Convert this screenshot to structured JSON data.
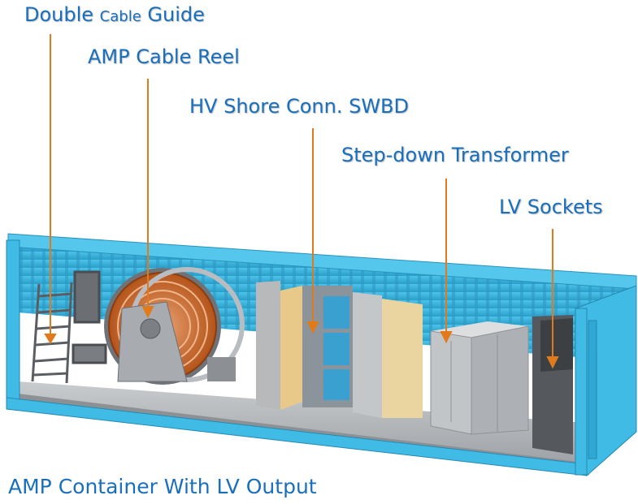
{
  "callouts": {
    "double_cable_guide_a": "Double ",
    "double_cable_guide_b": "Cable",
    "double_cable_guide_c": " Guide",
    "amp_cable_reel": "AMP Cable Reel",
    "hv_shore_conn": "HV Shore Conn. SWBD",
    "stepdown_transformer": "Step-down Transformer",
    "lv_sockets": "LV Sockets"
  },
  "caption": "AMP Container With LV Output",
  "colors": {
    "label_blue": "#1a6fbd",
    "leader_orange": "#e07a1a",
    "container_cyan": "#36b4e0",
    "floor_gray": "#b9bcbf",
    "reel_copper": "#d2691e"
  }
}
